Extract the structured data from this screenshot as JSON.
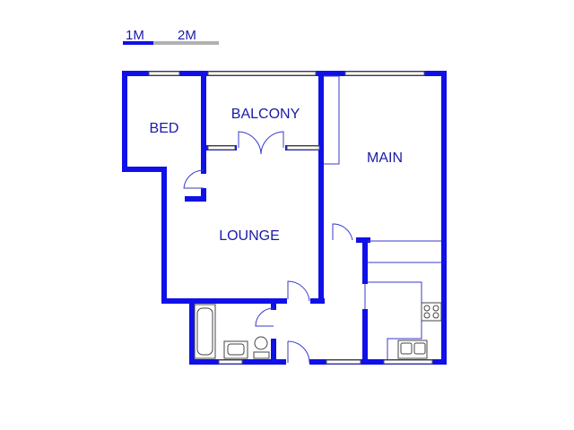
{
  "scale_bar": {
    "label_1": "1M",
    "label_2": "2M"
  },
  "rooms": {
    "bed": "BED",
    "balcony": "BALCONY",
    "main": "MAIN",
    "lounge": "LOUNGE"
  },
  "colors": {
    "wall": "#1010e8",
    "label": "#1a1aa8",
    "thin_line": "#3a3ad0",
    "scale_dark": "#1010e8",
    "scale_light": "#b0b0b0"
  }
}
